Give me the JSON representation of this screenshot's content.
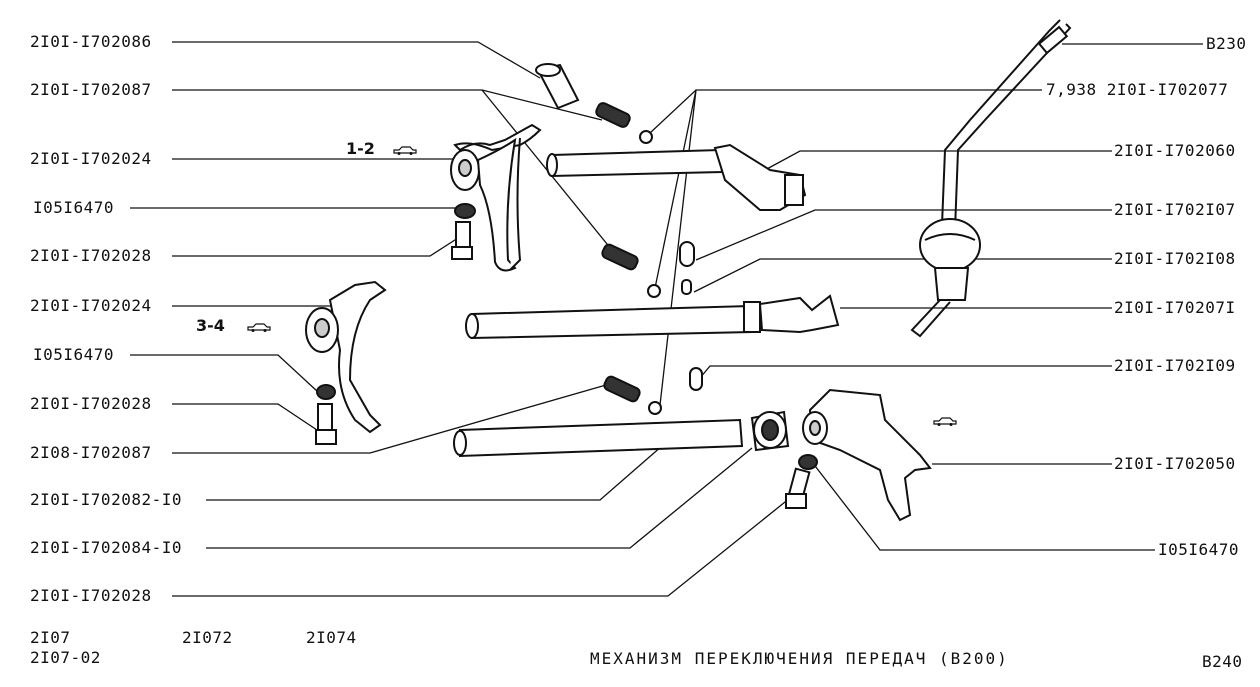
{
  "left_labels": [
    "2I0I-I702086",
    "2I0I-I702087",
    "2I0I-I702024",
    "I05I6470",
    "2I0I-I702028",
    "2I0I-I702024",
    "I05I6470",
    "2I0I-I702028",
    "2I08-I702087",
    "2I0I-I702082-I0",
    "2I0I-I702084-I0",
    "2I0I-I702028"
  ],
  "right_labels": [
    "B230",
    "7,938  2I0I-I702077",
    "2I0I-I702060",
    "2I0I-I702I07",
    "2I0I-I702I08",
    "2I0I-I70207I",
    "2I0I-I702I09",
    "2I0I-I702050",
    "I05I6470"
  ],
  "gear_labels": [
    "1-2",
    "3-4"
  ],
  "footer": {
    "models_line1": [
      "2I07",
      "2I072",
      "2I074"
    ],
    "models_line2": "2I07-02",
    "title": "МЕХАНИЗМ  ПЕРЕКЛЮЧЕНИЯ  ПЕРЕДАЧ (B200)",
    "page_code": "B240"
  }
}
